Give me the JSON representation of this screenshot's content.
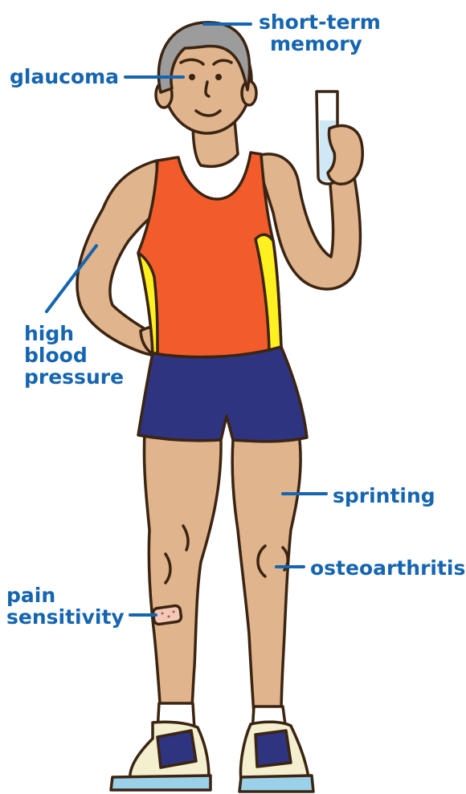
{
  "colors": {
    "label": "#1565b0",
    "skin": "#e0b48c",
    "outline": "#3b2412",
    "tank": "#f25c2a",
    "tank_stripe": "#fff01f",
    "shorts": "#2e3480",
    "hair": "#9c9c9c",
    "shoe_sole": "#9ad0e8",
    "shoe_upper": "#f3efcf",
    "tube_liquid": "#cfe8f6",
    "bandage": "#f4c7b6"
  },
  "labels": {
    "short_term_memory": {
      "line1": "short-term",
      "line2": "memory"
    },
    "glaucoma": "glaucoma",
    "high_blood_pressure": {
      "line1": "high",
      "line2": "blood",
      "line3": "pressure"
    },
    "sprinting": "sprinting",
    "osteoarthritis": "osteoarthritis",
    "pain_sensitivity": {
      "line1": "pain",
      "line2": "sensitivity"
    }
  },
  "icons": [
    "older-runner-illustration",
    "test-tube-icon",
    "bandage-icon",
    "running-shoe-icon"
  ]
}
